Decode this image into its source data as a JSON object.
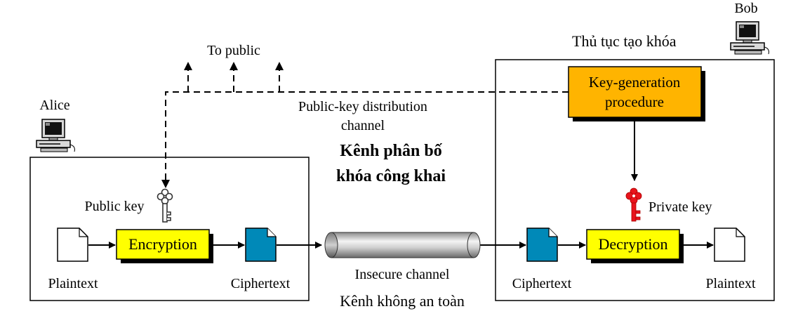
{
  "labels": {
    "bob": "Bob",
    "key_generation_title": "Thủ tục tạo khóa",
    "to_public": "To public",
    "alice": "Alice",
    "distribution_channel_line1": "Public-key distribution",
    "distribution_channel_line2": "channel",
    "distribution_channel_vi_line1": "Kênh phân bố",
    "distribution_channel_vi_line2": "khóa công khai",
    "public_key": "Public key",
    "private_key": "Private key",
    "encryption": "Encryption",
    "decryption": "Decryption",
    "keygen_line1": "Key-generation",
    "keygen_line2": "procedure",
    "plaintext_left": "Plaintext",
    "ciphertext_left": "Ciphertext",
    "insecure_channel": "Insecure channel",
    "insecure_channel_vi": "Kênh không an toàn",
    "ciphertext_right": "Ciphertext",
    "plaintext_right": "Plaintext"
  },
  "colors": {
    "encryption_box": "#ffff00",
    "keygen_box": "#ffb400",
    "ciphertext_doc": "#0089b8",
    "private_key": "#e8141c",
    "channel_pipe": "#c8c8c8"
  },
  "icons": {
    "alice": "computer-icon",
    "bob": "computer-icon",
    "public_key": "key-icon",
    "private_key": "key-icon"
  }
}
